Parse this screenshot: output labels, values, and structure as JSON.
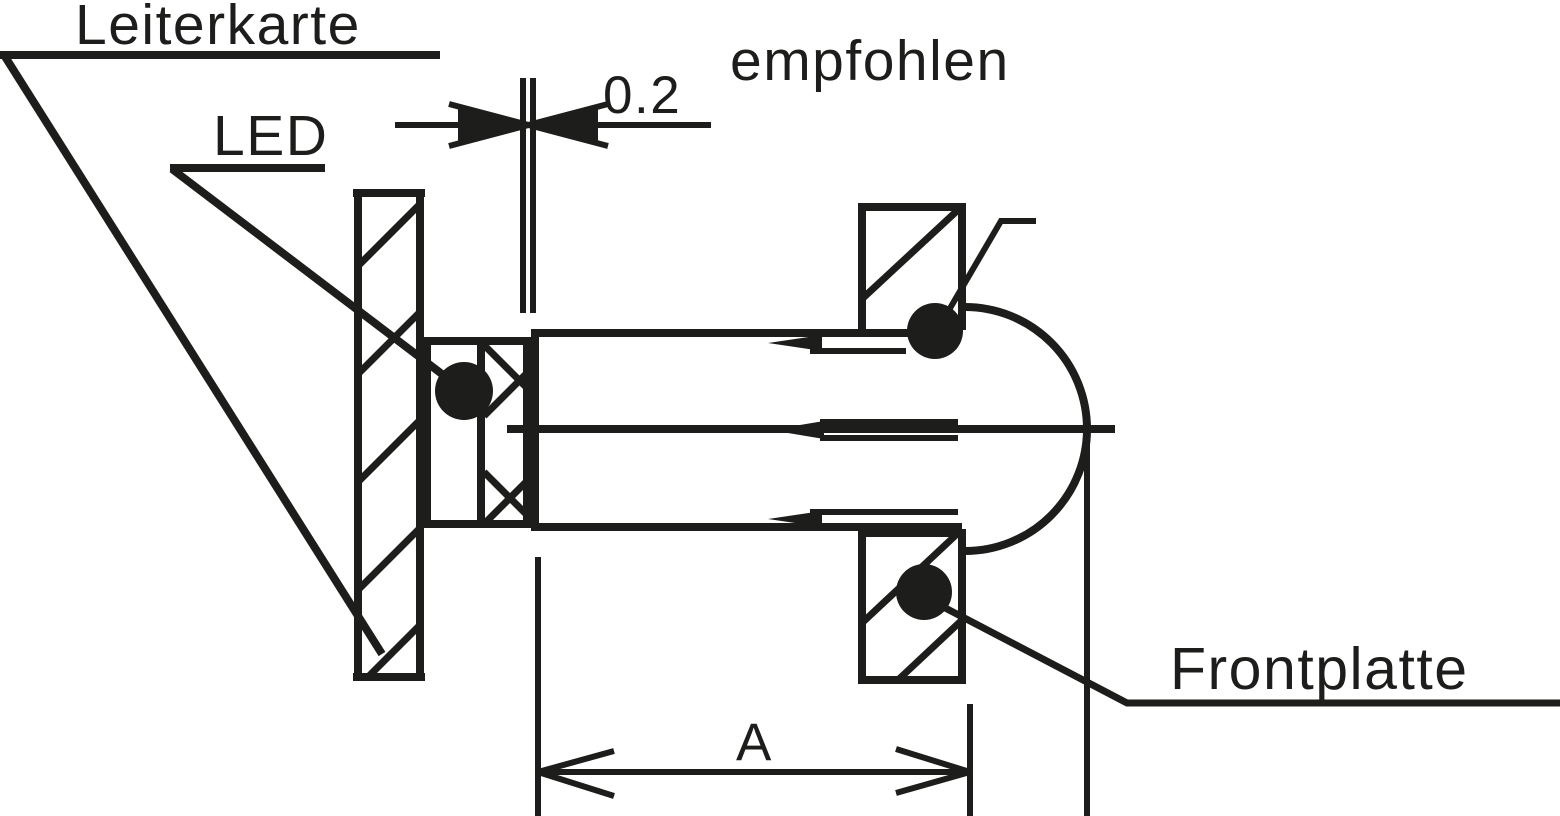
{
  "drawing": {
    "title_note": "LED holder mounting cross-section",
    "labels": {
      "pcb": "Leiterkarte",
      "led": "LED",
      "gap_value": "0.2",
      "gap_note": "empfohlen",
      "dimension_a": "A",
      "front_panel": "Frontplatte"
    },
    "colors": {
      "ink": "#1d1d1b",
      "background": "#ffffff"
    }
  }
}
